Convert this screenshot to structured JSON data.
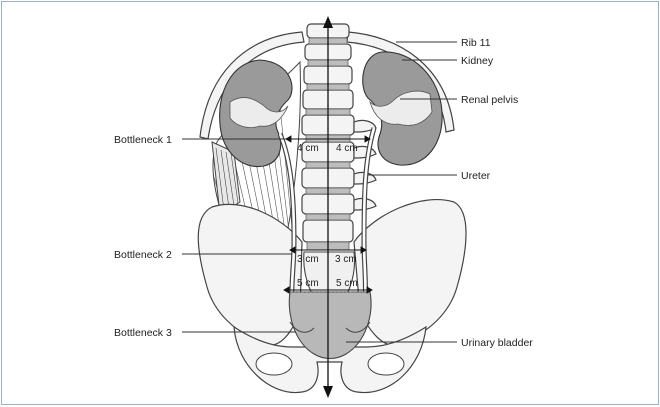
{
  "labels_right": {
    "rib": "Rib 11",
    "kidney": "Kidney",
    "renal_pelvis": "Renal pelvis",
    "ureter": "Ureter",
    "bladder": "Urinary bladder"
  },
  "labels_left": {
    "bottleneck1": "Bottleneck 1",
    "bottleneck2": "Bottleneck 2",
    "bottleneck3": "Bottleneck 3"
  },
  "measurements": {
    "b1_left": "4 cm",
    "b1_right": "4 cm",
    "b2_left": "3 cm",
    "b2_right": "3 cm",
    "b3_left": "5 cm",
    "b3_right": "5 cm"
  },
  "colors": {
    "frame": "#9ab2c8",
    "kidney": "#9a9a9a",
    "bone": "#f4f4f4",
    "bladder": "#b8b8b8"
  }
}
